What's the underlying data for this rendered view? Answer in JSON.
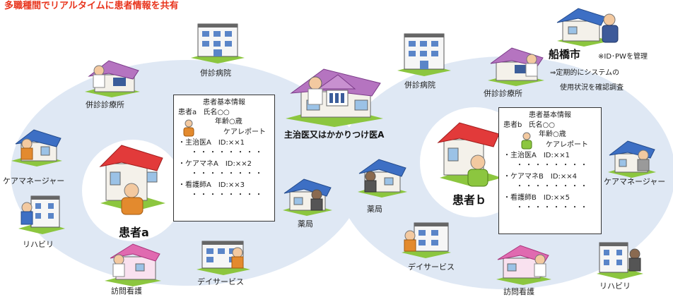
{
  "title": "多職種間でリアルタイムに患者情報を共有",
  "colors": {
    "title": "#e8341c",
    "cloud": "#dfe8f4",
    "patient_circle": "#ffffff",
    "roof_blue": "#3d6fc4",
    "roof_red": "#e23a3a",
    "roof_pink": "#e06ab0",
    "roof_purple": "#b574c0",
    "grass": "#8cc63f"
  },
  "doctor": {
    "label": "主治医又はかかりつけ医A"
  },
  "patient_a": {
    "label": "患者a"
  },
  "patient_b": {
    "label": "患者ｂ"
  },
  "left_network": {
    "clinic": "併診診療所",
    "hospital": "併診病院",
    "care_manager": "ケアマネージャー",
    "rehab": "リハビリ",
    "visiting_nurse": "訪問看護",
    "day_service": "デイサービス",
    "pharmacy": "薬局"
  },
  "right_network": {
    "hospital": "併診病院",
    "clinic": "併診診療所",
    "care_manager": "ケアマネージャー",
    "rehab": "リハビリ",
    "visiting_nurse": "訪問看護",
    "day_service": "デイサービス",
    "pharmacy": "薬局"
  },
  "card_a": {
    "header": "患者基本情報",
    "patient": "患者a",
    "name": "氏名○○",
    "age": "年齢○歳",
    "care_report": "ケアレポート",
    "entries": [
      {
        "role": "・主治医A",
        "id": "ID:××1"
      },
      {
        "role": "・ケアマネA",
        "id": "ID:××2"
      },
      {
        "role": "・看護師A",
        "id": "ID:××3"
      }
    ],
    "dots": "・・・・・・・・"
  },
  "card_b": {
    "header": "患者基本情報",
    "patient": "患者b",
    "name": "氏名○○",
    "age": "年齢○歳",
    "care_report": "ケアレポート",
    "entries": [
      {
        "role": "・主治医A",
        "id": "ID:××1"
      },
      {
        "role": "・ケアマネB",
        "id": "ID:××4"
      },
      {
        "role": "・看護師B",
        "id": "ID:××5"
      }
    ],
    "dots": "・・・・・・・・"
  },
  "city": {
    "name": "船橋市",
    "note1": "※ID･PWを管理",
    "note2": "⇒定期的にシステムの",
    "note3": "使用状況を確認調査"
  }
}
